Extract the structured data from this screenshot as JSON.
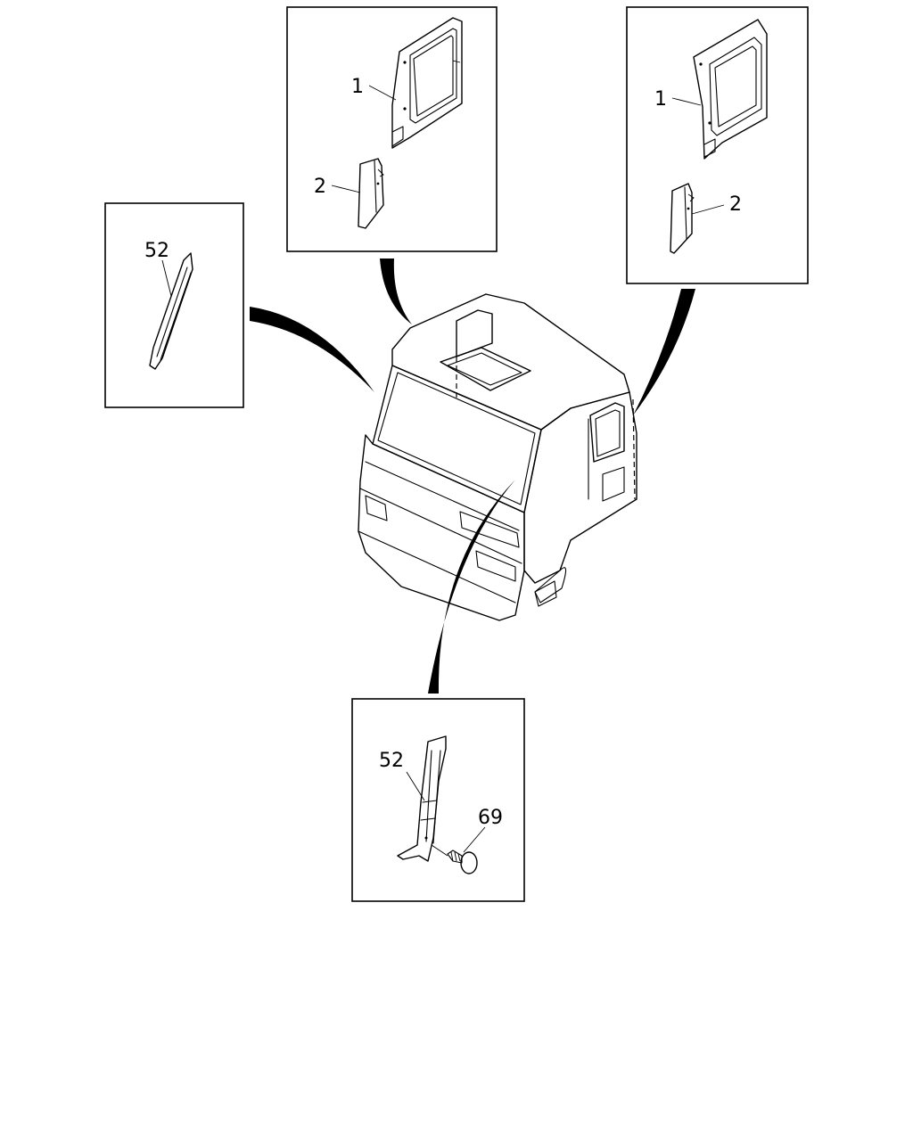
{
  "callouts": {
    "top_center_part1": "1",
    "top_center_part2": "2",
    "top_right_part1": "1",
    "top_right_part2": "2",
    "left_part52": "52",
    "bottom_part52": "52",
    "bottom_part69": "69"
  },
  "colors": {
    "ink": "#000000",
    "paper": "#ffffff"
  }
}
